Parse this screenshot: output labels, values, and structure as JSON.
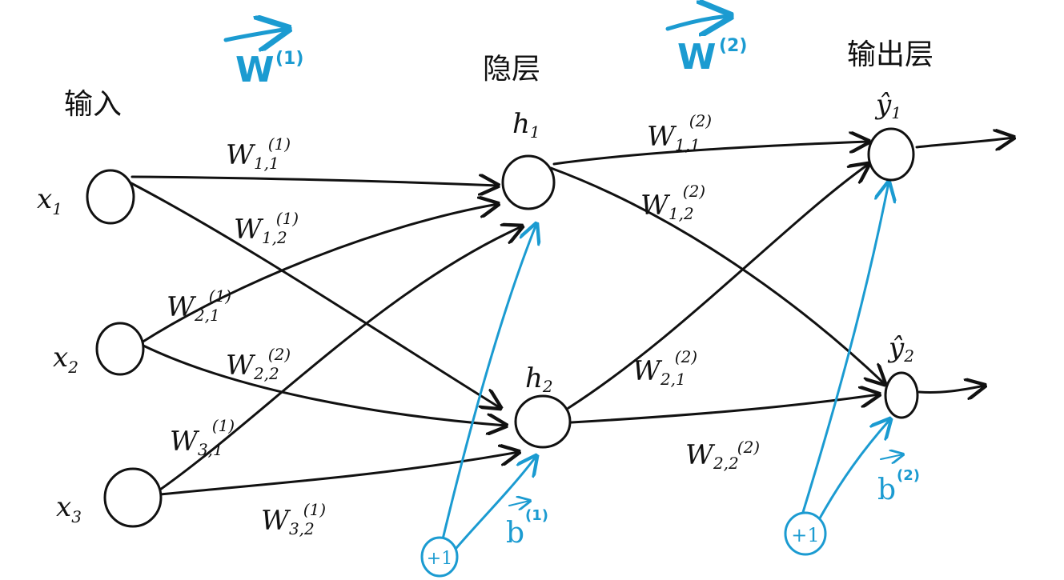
{
  "colors": {
    "ink": "#111111",
    "accent": "#1b9bd1",
    "background": "#ffffff"
  },
  "layers": {
    "input_title": "输入",
    "hidden_title": "隐层",
    "output_title": "输出层"
  },
  "weight_matrices": [
    {
      "name": "W",
      "sup": "(1)"
    },
    {
      "name": "W",
      "sup": "(2)"
    }
  ],
  "inputs": [
    {
      "base": "x",
      "sub": "1"
    },
    {
      "base": "x",
      "sub": "2"
    },
    {
      "base": "x",
      "sub": "3"
    }
  ],
  "hidden": [
    {
      "base": "h",
      "sub": "1"
    },
    {
      "base": "h",
      "sub": "2"
    }
  ],
  "outputs": [
    {
      "base": "ŷ",
      "sub": "1"
    },
    {
      "base": "ŷ",
      "sub": "2"
    }
  ],
  "biases": [
    {
      "node": "+1",
      "vector": "b",
      "sup": "(1)"
    },
    {
      "node": "+1",
      "vector": "b",
      "sup": "(2)"
    }
  ],
  "edge_labels_layer1": [
    {
      "w": "W",
      "sub": "1,1",
      "sup": "(1)"
    },
    {
      "w": "W",
      "sub": "1,2",
      "sup": "(1)"
    },
    {
      "w": "W",
      "sub": "2,1",
      "sup": "(1)"
    },
    {
      "w": "W",
      "sub": "2,2",
      "sup": "(2)"
    },
    {
      "w": "W",
      "sub": "3,1",
      "sup": "(1)"
    },
    {
      "w": "W",
      "sub": "3,2",
      "sup": "(1)"
    }
  ],
  "edge_labels_layer2": [
    {
      "w": "W",
      "sub": "1,1",
      "sup": "(2)"
    },
    {
      "w": "W",
      "sub": "1,2",
      "sup": "(2)"
    },
    {
      "w": "W",
      "sub": "2,1",
      "sup": "(2)"
    },
    {
      "w": "W",
      "sub": "2,2",
      "sup": "(2)"
    }
  ]
}
